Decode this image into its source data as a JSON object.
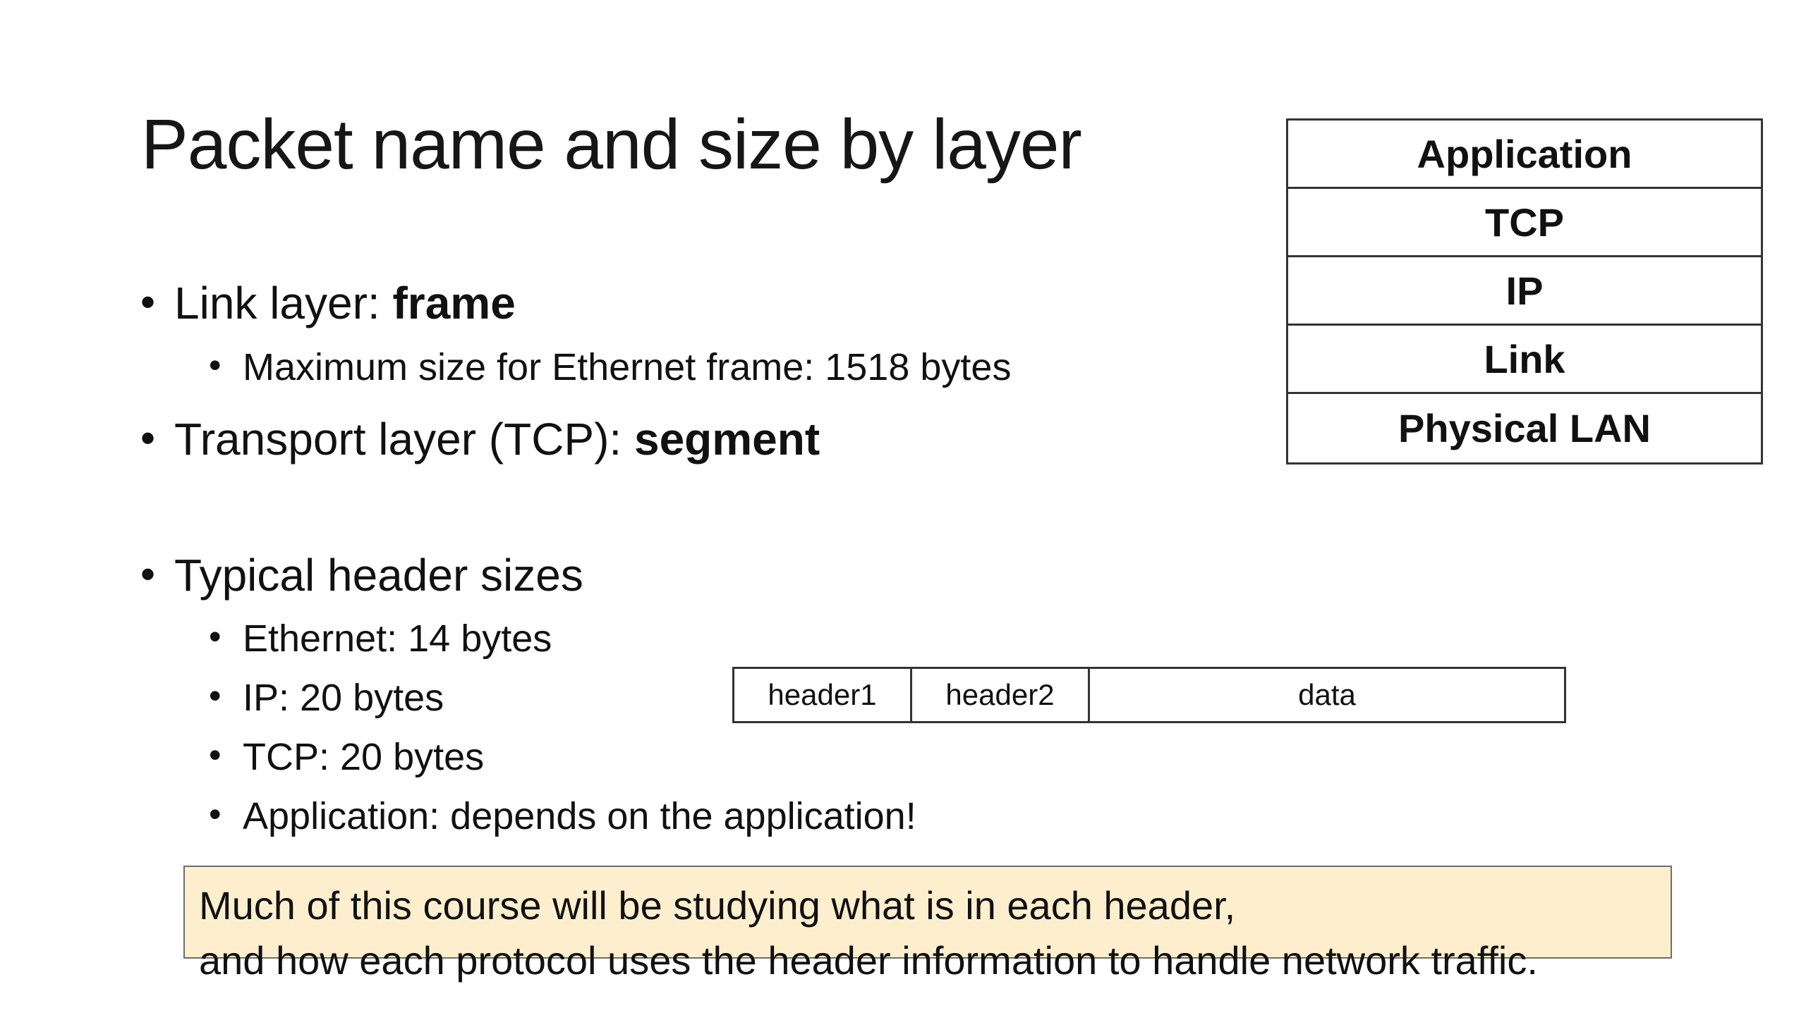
{
  "slide": {
    "title": "Packet name and size by layer",
    "bullets": {
      "link": {
        "prefix": "Link layer: ",
        "term": "frame"
      },
      "link_sub": "Maximum size for Ethernet frame: 1518 bytes",
      "transport": {
        "prefix": "Transport layer (TCP): ",
        "term": "segment"
      },
      "headers": "Typical header sizes",
      "headers_sub": [
        "Ethernet: 14 bytes",
        "IP: 20 bytes",
        "TCP: 20 bytes",
        "Application: depends on the application!"
      ]
    },
    "layer_stack": [
      "Application",
      "TCP",
      "IP",
      "Link",
      "Physical LAN"
    ],
    "packet_diagram": [
      "header1",
      "header2",
      "data"
    ],
    "note": {
      "line1": "Much of this course will be studying what is in each header,",
      "line2": "and how each protocol uses the header information to handle network traffic.",
      "background": "#fdefce"
    },
    "bullet_glyph": "•"
  }
}
